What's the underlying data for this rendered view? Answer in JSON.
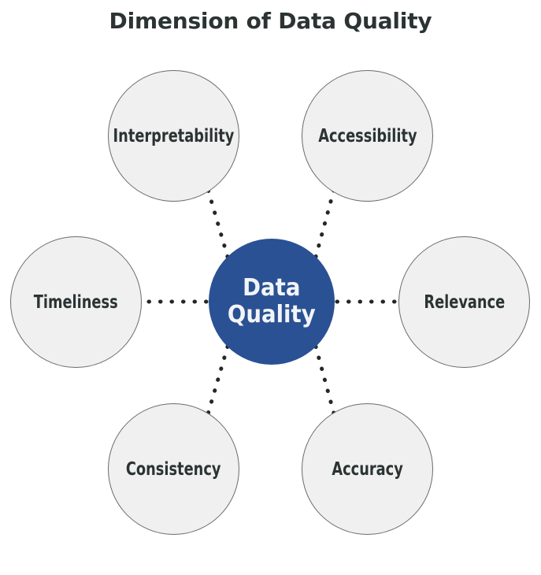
{
  "title": "Dimension of Data Quality",
  "colors": {
    "background": "#ffffff",
    "title_text": "#2b3333",
    "center_fill": "#2a5193",
    "center_text": "#f2f4f7",
    "outer_fill": "#f0f0f0",
    "outer_border": "#6b6b6b",
    "outer_text": "#2b3333",
    "connector": "#262626"
  },
  "center": {
    "label": "Data Quality",
    "line1": "Data",
    "line2": "Quality",
    "name": "data-quality"
  },
  "nodes": [
    {
      "id": "interpretability",
      "label": "Interpretability",
      "position": "top-left"
    },
    {
      "id": "accessibility",
      "label": "Accessibility",
      "position": "top-right"
    },
    {
      "id": "timeliness",
      "label": "Timeliness",
      "position": "left"
    },
    {
      "id": "relevance",
      "label": "Relevance",
      "position": "right"
    },
    {
      "id": "consistency",
      "label": "Consistency",
      "position": "bottom-left"
    },
    {
      "id": "accuracy",
      "label": "Accuracy",
      "position": "bottom-right"
    }
  ],
  "connectors": [
    {
      "from": "data-quality",
      "to": "interpretability",
      "style": "dotted"
    },
    {
      "from": "data-quality",
      "to": "accessibility",
      "style": "dotted"
    },
    {
      "from": "data-quality",
      "to": "timeliness",
      "style": "dotted"
    },
    {
      "from": "data-quality",
      "to": "relevance",
      "style": "dotted"
    },
    {
      "from": "data-quality",
      "to": "consistency",
      "style": "dotted"
    },
    {
      "from": "data-quality",
      "to": "accuracy",
      "style": "dotted"
    }
  ]
}
